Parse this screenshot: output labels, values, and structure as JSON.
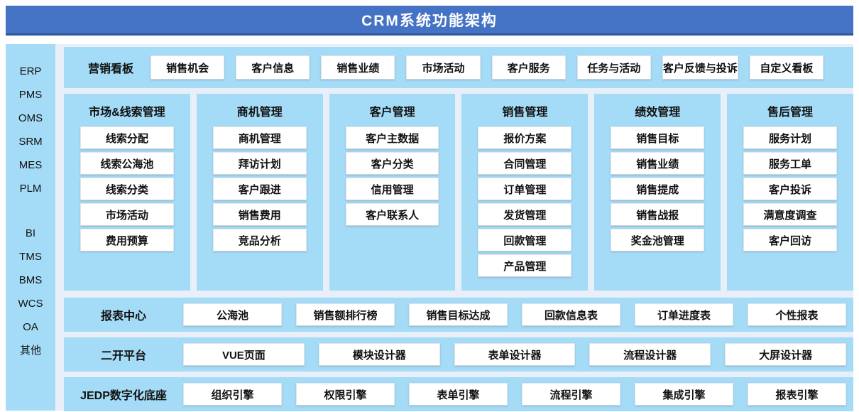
{
  "header": {
    "title": "CRM系统功能架构"
  },
  "colors": {
    "header_blue": "#4472C4",
    "header_border_blue": "#2E5596",
    "panel_light_blue": "#A4DBF6",
    "canvas_tint": "#E9EFF8",
    "module_box_white": "#FFFFFF",
    "text_black": "#111111"
  },
  "sidebar": {
    "items": [
      "ERP",
      "PMS",
      "OMS",
      "SRM",
      "MES",
      "PLM",
      "BI",
      "TMS",
      "BMS",
      "WCS",
      "OA",
      "其他"
    ]
  },
  "dashboard_row": {
    "label": "营销看板",
    "items": [
      "销售机会",
      "客户信息",
      "销售业绩",
      "市场活动",
      "客户服务",
      "任务与活动",
      "客户反馈与投诉",
      "自定义看板"
    ]
  },
  "columns": [
    {
      "title": "市场&线索管理",
      "items": [
        "线索分配",
        "线索公海池",
        "线索分类",
        "市场活动",
        "费用预算"
      ]
    },
    {
      "title": "商机管理",
      "items": [
        "商机管理",
        "拜访计划",
        "客户跟进",
        "销售费用",
        "竞品分析"
      ]
    },
    {
      "title": "客户管理",
      "items": [
        "客户主数据",
        "客户分类",
        "信用管理",
        "客户联系人"
      ]
    },
    {
      "title": "销售管理",
      "items": [
        "报价方案",
        "合同管理",
        "订单管理",
        "发货管理",
        "回款管理",
        "产品管理"
      ]
    },
    {
      "title": "绩效管理",
      "items": [
        "销售目标",
        "销售业绩",
        "销售提成",
        "销售战报",
        "奖金池管理"
      ]
    },
    {
      "title": "售后管理",
      "items": [
        "服务计划",
        "服务工单",
        "客户投诉",
        "满意度调查",
        "客户回访"
      ]
    }
  ],
  "bottom_rows": [
    {
      "label": "报表中心",
      "items": [
        "公海池",
        "销售额排行榜",
        "销售目标达成",
        "回款信息表",
        "订单进度表",
        "个性报表"
      ]
    },
    {
      "label": "二开平台",
      "items": [
        "VUE页面",
        "模块设计器",
        "表单设计器",
        "流程设计器",
        "大屏设计器"
      ]
    },
    {
      "label": "JEDP数字化底座",
      "items": [
        "组织引擎",
        "权限引擎",
        "表单引擎",
        "流程引擎",
        "集成引擎",
        "报表引擎"
      ]
    }
  ]
}
